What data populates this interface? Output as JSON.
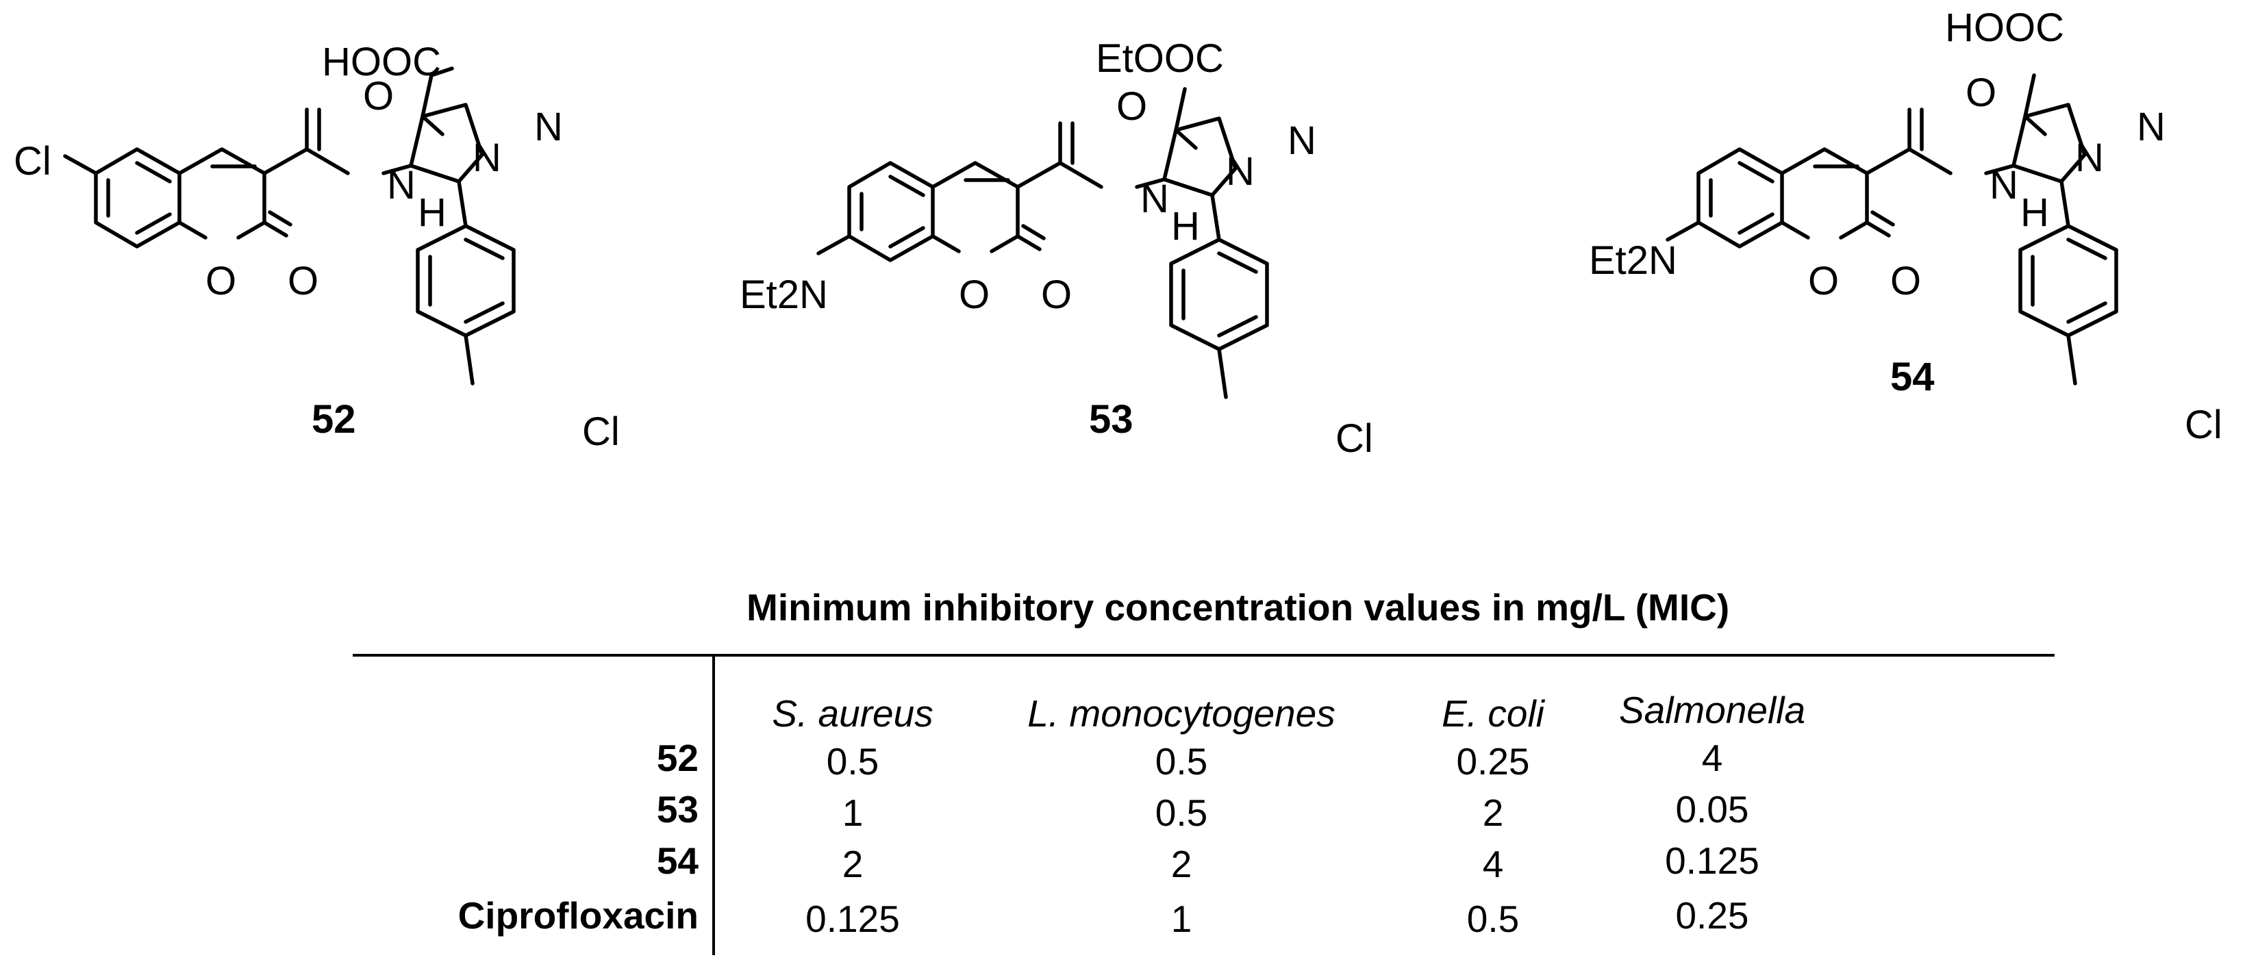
{
  "structures": [
    {
      "id": "52",
      "label": "52",
      "substituent_top": "HOOC",
      "substituent_left": "Cl",
      "nh": "H",
      "n_amide": "N",
      "n1": "N",
      "n2": "N",
      "ring_o": "O",
      "carbonyl_o": "O",
      "amide_o": "O",
      "aryl_cl": "Cl"
    },
    {
      "id": "53",
      "label": "53",
      "substituent_top": "EtOOC",
      "substituent_left": "Et2N",
      "nh": "H",
      "n_amide": "N",
      "n1": "N",
      "n2": "N",
      "ring_o": "O",
      "carbonyl_o": "O",
      "amide_o": "O",
      "aryl_cl": "Cl"
    },
    {
      "id": "54",
      "label": "54",
      "substituent_top": "HOOC",
      "substituent_left": "Et2N",
      "nh": "H",
      "n_amide": "N",
      "n1": "N",
      "n2": "N",
      "ring_o": "O",
      "carbonyl_o": "O",
      "amide_o": "O",
      "aryl_cl": "Cl"
    }
  ],
  "table": {
    "title": "Minimum inhibitory concentration values in mg/L (MIC)",
    "columns": [
      "S. aureus",
      "L. monocytogenes",
      "E. coli",
      "Salmonella"
    ],
    "rows": [
      {
        "label": "52",
        "values": [
          "0.5",
          "0.5",
          "0.25",
          "4"
        ]
      },
      {
        "label": "53",
        "values": [
          "1",
          "0.5",
          "2",
          "0.05"
        ]
      },
      {
        "label": "54",
        "values": [
          "2",
          "2",
          "4",
          "0.125"
        ]
      },
      {
        "label": "Ciprofloxacin",
        "values": [
          "0.125",
          "1",
          "0.5",
          "0.25"
        ]
      }
    ]
  }
}
